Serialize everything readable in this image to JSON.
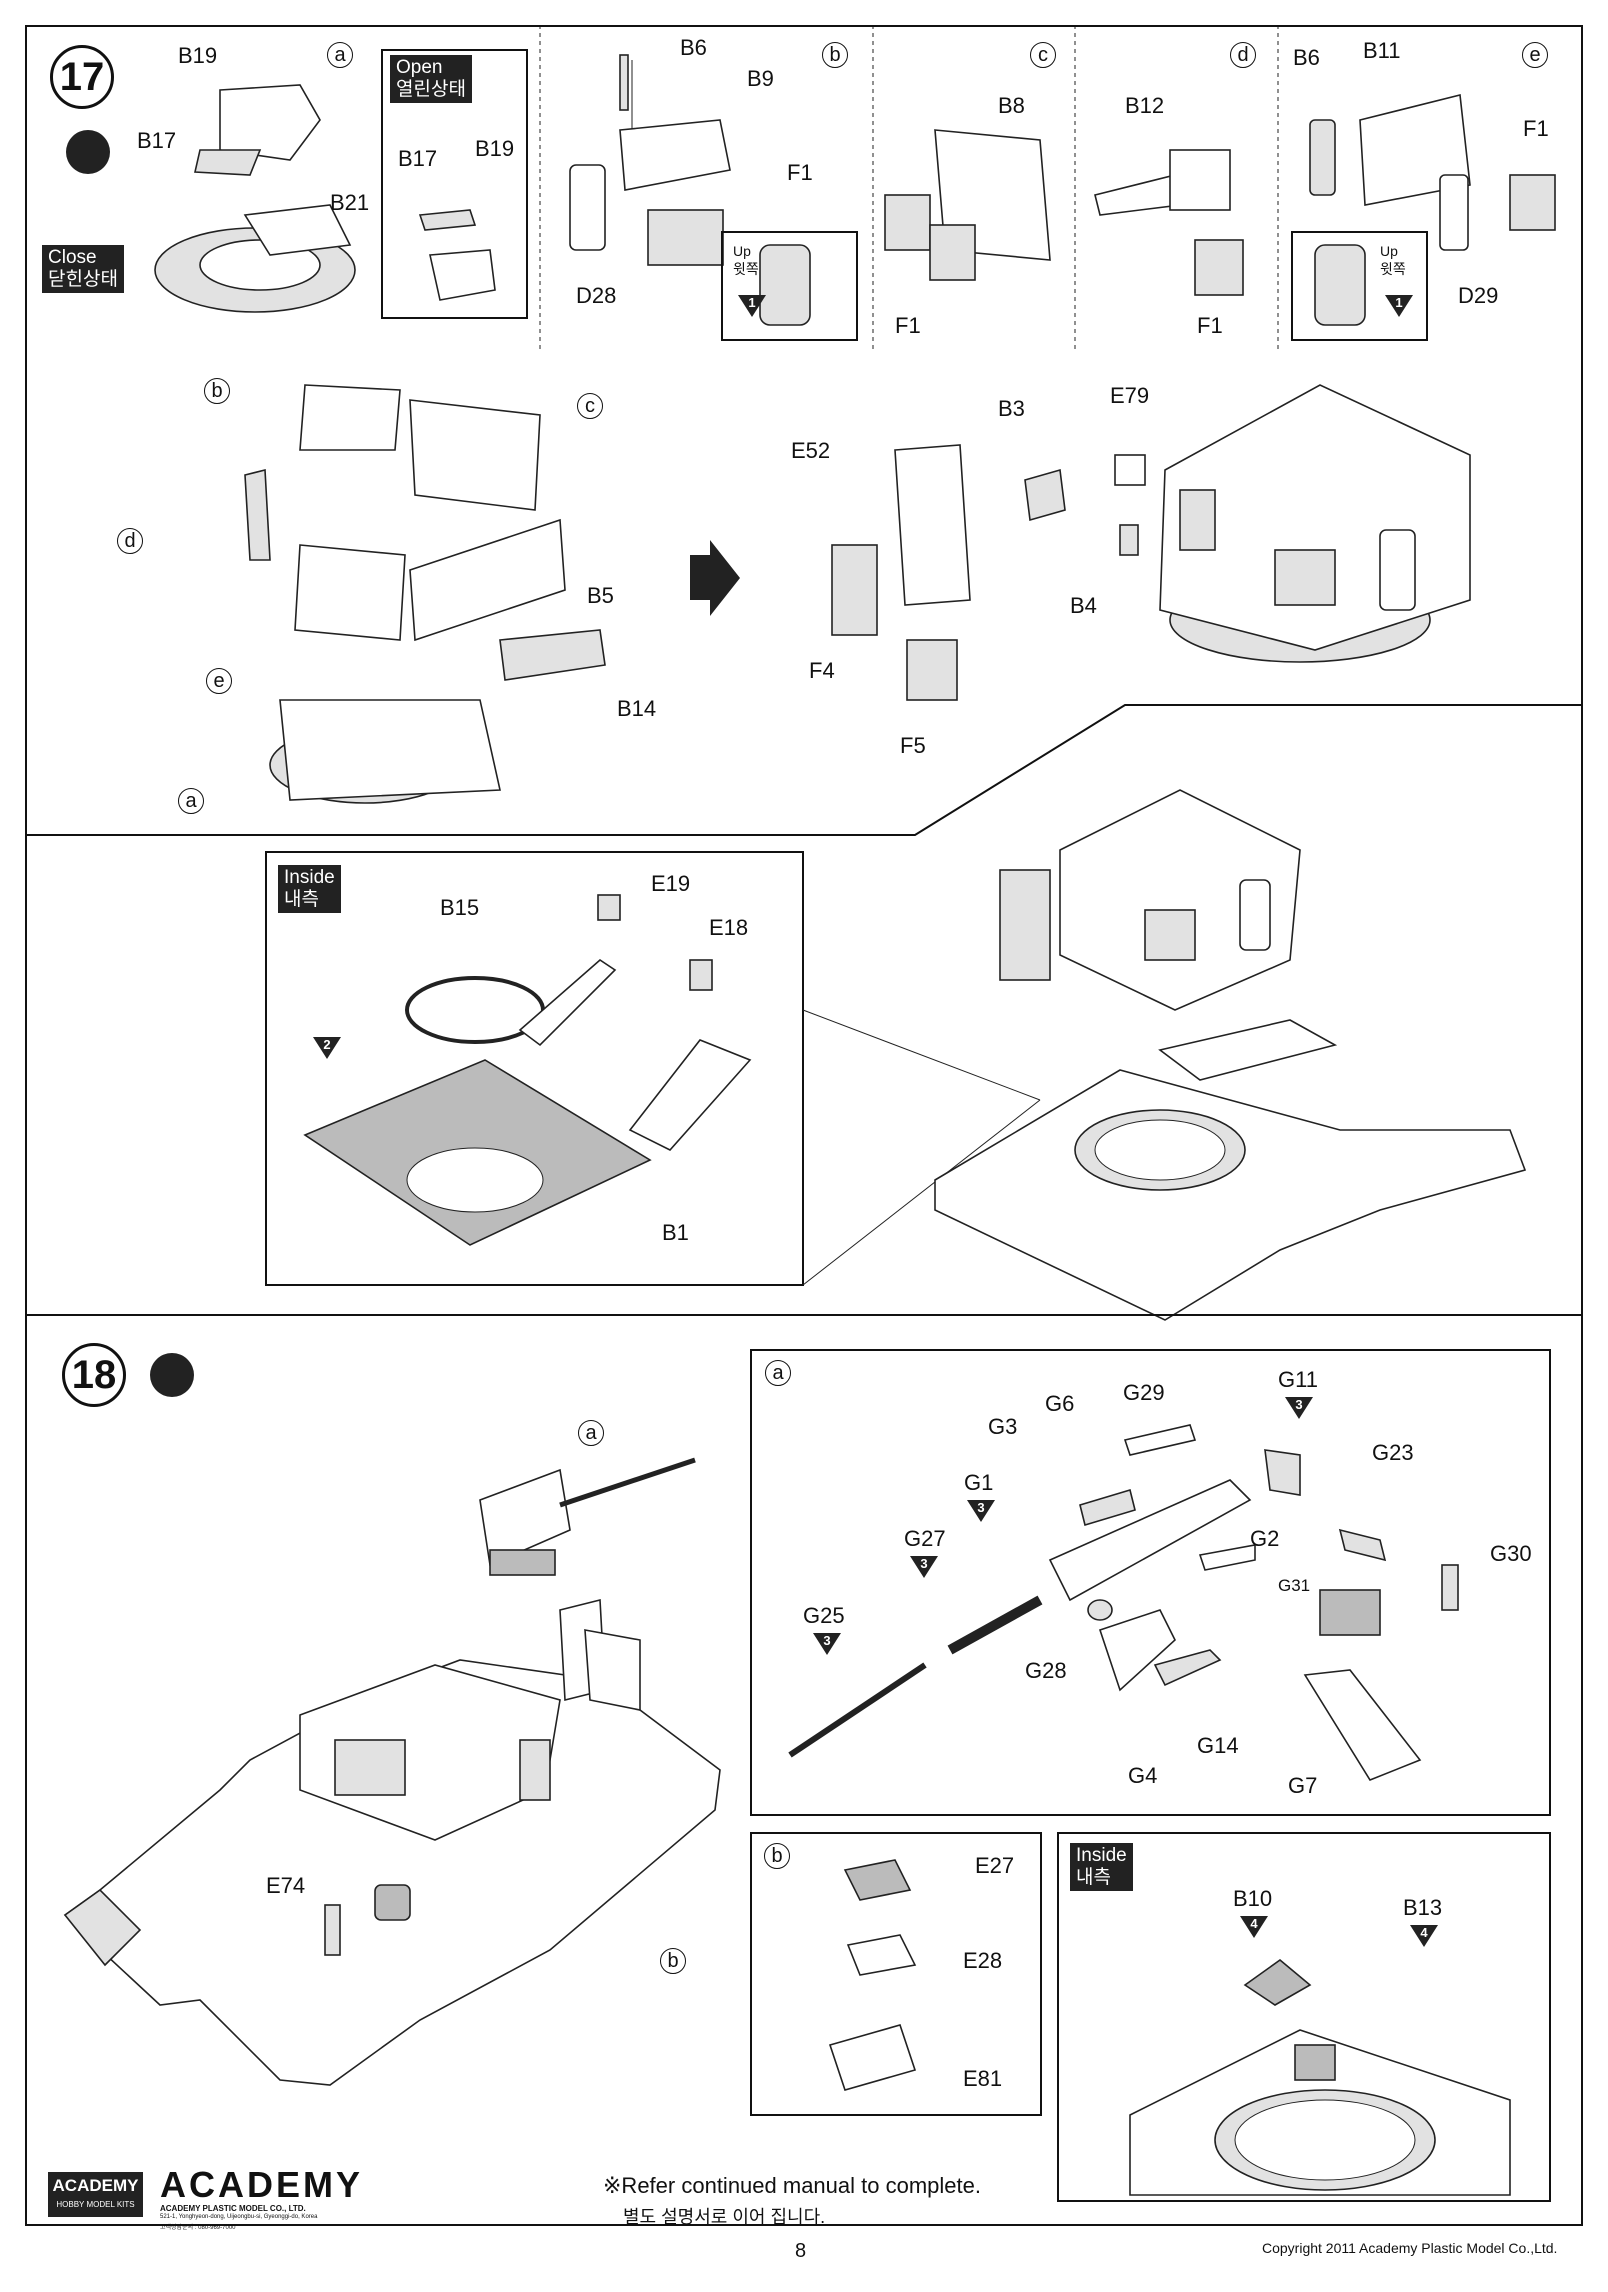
{
  "steps": {
    "s17": "17",
    "s18": "18"
  },
  "panels": {
    "a": "a",
    "b": "b",
    "c": "c",
    "d": "d",
    "e": "e"
  },
  "tags": {
    "open_en": "Open",
    "open_ko": "열린상태",
    "close_en": "Close",
    "close_ko": "닫힌상태",
    "inside_en": "Inside",
    "inside_ko": "내측",
    "up_en": "Up",
    "up_ko": "윗쪽"
  },
  "parts": {
    "B19": "B19",
    "B17": "B17",
    "B21": "B21",
    "B6": "B6",
    "B9": "B9",
    "F1": "F1",
    "D28": "D28",
    "B8": "B8",
    "B12": "B12",
    "B11": "B11",
    "D29": "D29",
    "B5": "B5",
    "B14": "B14",
    "B3": "B3",
    "E79": "E79",
    "E52": "E52",
    "B4": "B4",
    "F4": "F4",
    "F5": "F5",
    "E19": "E19",
    "E18": "E18",
    "B15": "B15",
    "B1": "B1",
    "G6": "G6",
    "G29": "G29",
    "G11": "G11",
    "G3": "G3",
    "G23": "G23",
    "G1": "G1",
    "G2": "G2",
    "G27": "G27",
    "G30": "G30",
    "G31": "G31",
    "G25": "G25",
    "G28": "G28",
    "G14": "G14",
    "G4": "G4",
    "G7": "G7",
    "E74": "E74",
    "E27": "E27",
    "E28": "E28",
    "E81": "E81",
    "B10": "B10",
    "B13": "B13"
  },
  "badges": {
    "one": "1",
    "two": "2",
    "three": "3",
    "four": "4"
  },
  "footer": {
    "brand": "ACADEMY",
    "hobby": "HOBBY MODEL KITS",
    "company": "ACADEMY PLASTIC MODEL CO., LTD.",
    "address": "521-1, Yonghyeon-dong, Uijeongbu-si, Gyeonggi-do, Korea",
    "phone": "고객상담문의 : 080-969-7000",
    "note_en": "※Refer continued manual to complete.",
    "note_ko": "별도 설명서로 이어 집니다.",
    "page": "8",
    "copyright": "Copyright 2011 Academy Plastic Model Co.,Ltd."
  }
}
